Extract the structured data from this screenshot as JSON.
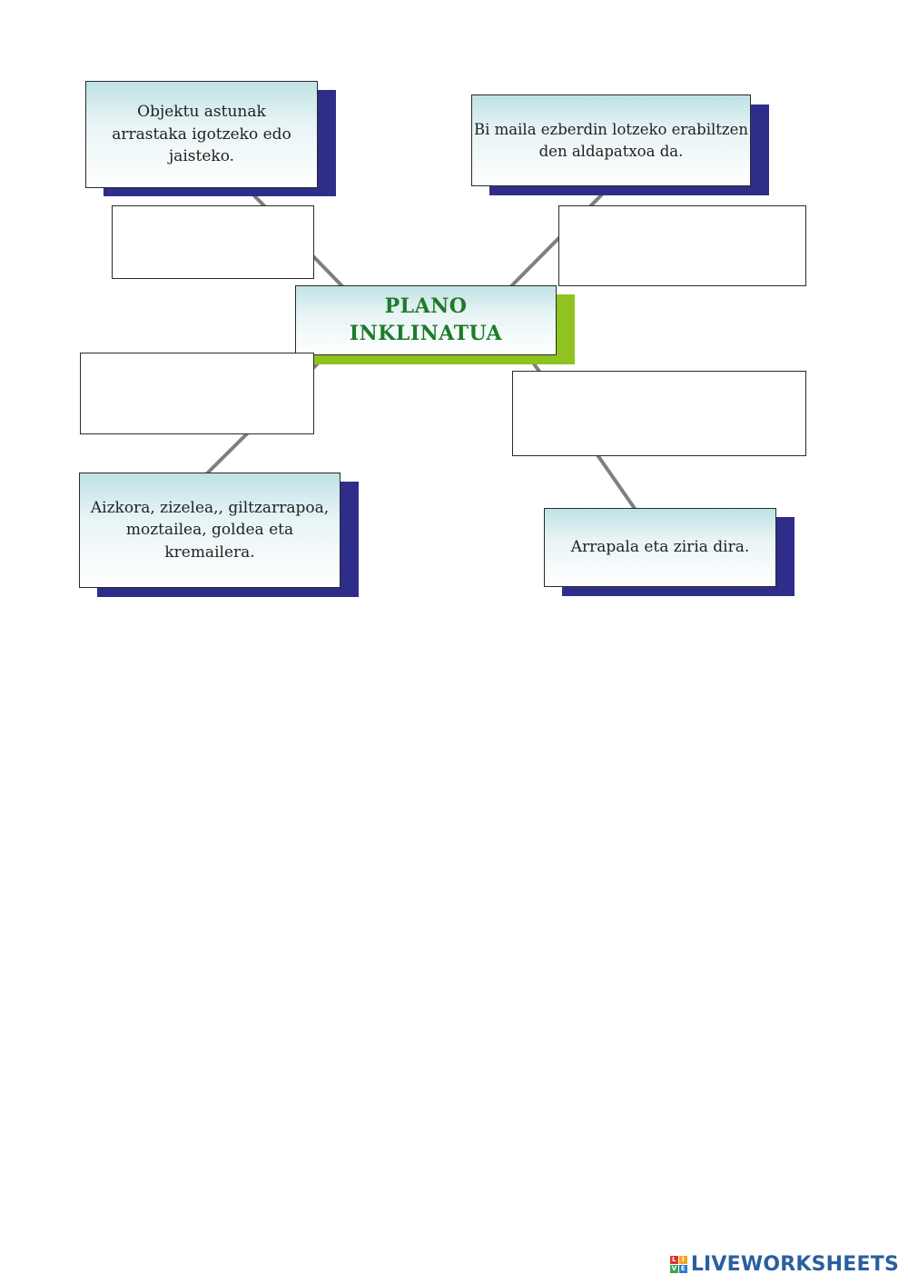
{
  "diagram": {
    "center": {
      "title": "PLANO\nINKLINATUA"
    },
    "cards": {
      "top_left": "Objektu astunak\narrastaka igotzeko edo jaisteko.",
      "top_right": "Bi maila ezberdin lotzeko erabiltzen\nden aldapatxoa da.",
      "bottom_left": "Aizkora, zizelea,, giltzarrapoa,\nmoztailea, goldea eta kremailera.",
      "bottom_right": "Arrapala eta ziria dira."
    },
    "colors": {
      "shadow_accent": "#2e2e8a",
      "center_accent": "#8fc31f",
      "title_text": "#1f7a2b",
      "connector": "#7f7f7f"
    }
  },
  "footer": {
    "logo_mark": [
      "L",
      "I",
      "V",
      "E"
    ],
    "logo_text": "LIVEWORKSHEETS"
  }
}
